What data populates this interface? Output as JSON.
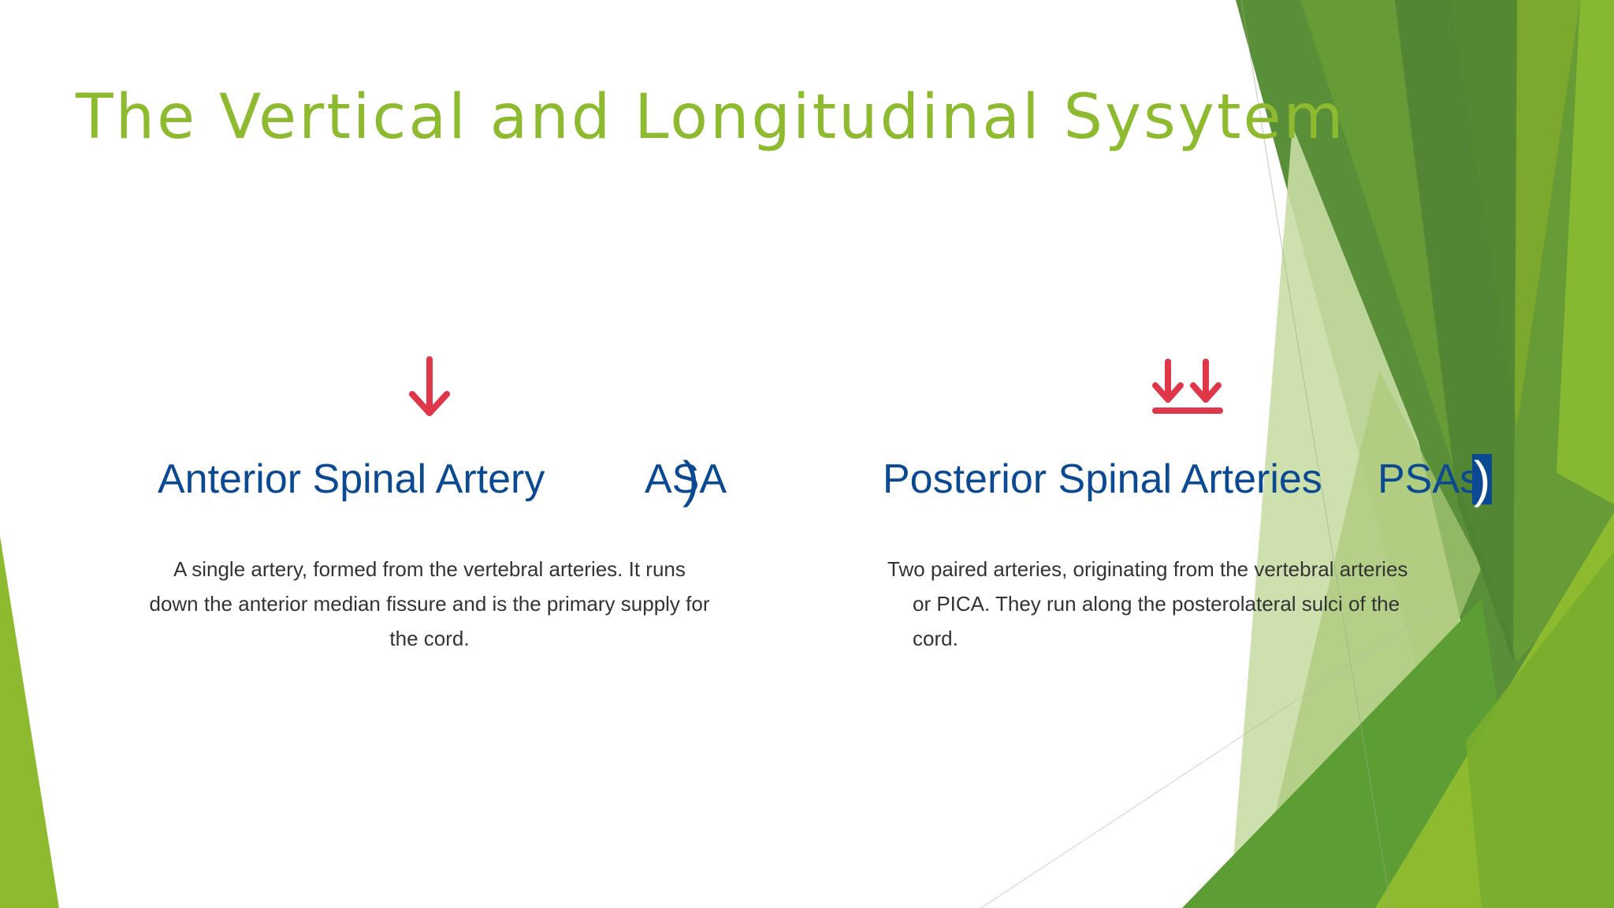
{
  "slide": {
    "title": "The Vertical and Longitudinal Sysytem",
    "left": {
      "icon": "arrow-down-icon",
      "heading": "Anterior Spinal Artery",
      "abbreviation": "ASA",
      "paren": ")",
      "body_lines": [
        "A single artery, formed from the vertebral arteries. It runs",
        "down the anterior median fissure and is the primary supply for",
        "the cord."
      ]
    },
    "right": {
      "icon": "double-arrow-down-to-line-icon",
      "heading": "Posterior Spinal Arteries",
      "abbreviation": "PSAs",
      "paren": ")",
      "body_lines": [
        "Two paired arteries, originating from the vertebral arteries",
        "or PICA. They run along the posterolateral sulci of the",
        "cord."
      ]
    }
  },
  "colors": {
    "title": "#8DBA2F",
    "heading": "#0B4A93",
    "icon": "#E0364A",
    "body": "#333333",
    "green_dark": "#4E8A2E",
    "green_mid": "#6FA83A",
    "green_light": "#8DBA2F",
    "green_pale": "#C9DDA5"
  }
}
